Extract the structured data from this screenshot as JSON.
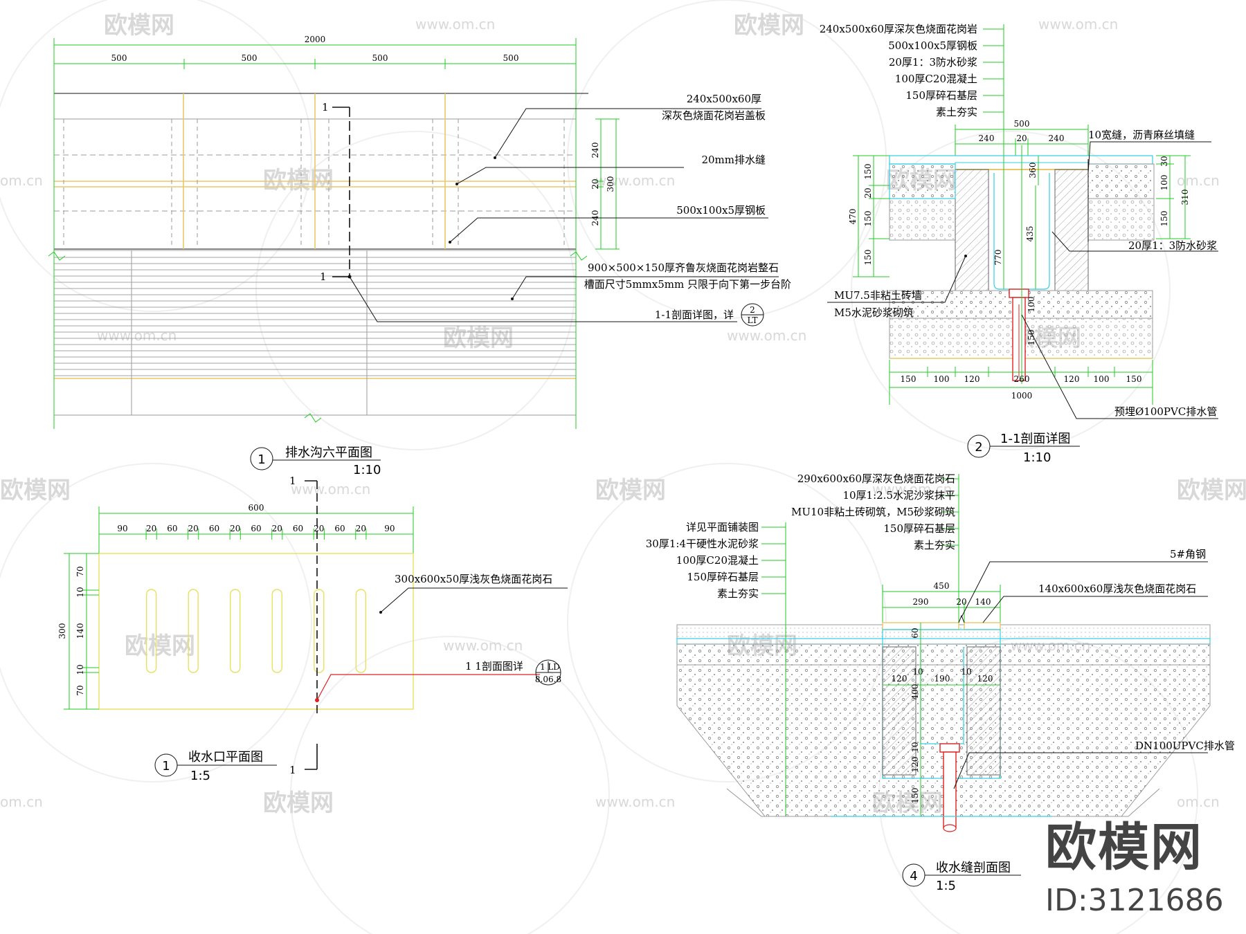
{
  "watermark": {
    "brand": "欧模网",
    "url": "www.om.cn",
    "url_short": "om.cn"
  },
  "brand_mark": {
    "name": "欧模网",
    "id": "ID:3121686"
  },
  "views": {
    "plan_trench": {
      "number": "1",
      "title": "排水沟六平面图",
      "scale": "1:10",
      "dims_top": {
        "total": "2000",
        "segments": [
          "500",
          "500",
          "500",
          "500"
        ]
      },
      "dims_right": [
        "240",
        "20",
        "240"
      ],
      "dim_right_total": "300",
      "callouts": [
        "240x500x60厚",
        "深灰色烧面花岗岩盖板",
        "20mm排水缝",
        "500x100x5厚钢板",
        "900×500×150厚齐鲁灰烧面花岗岩整石",
        "槽面尺寸5mmx5mm 只限于向下第一步台阶",
        "1-1剖面详图，详"
      ],
      "section_ref": {
        "top": "2",
        "bottom": "LT"
      },
      "cut_mark": "1"
    },
    "section_trench": {
      "number": "2",
      "title": "1-1剖面详图",
      "scale": "1:10",
      "layers": [
        "240x500x60厚深灰色烧面花岗岩",
        "500x100x5厚钢板",
        "20厚1：3防水砂浆",
        "100厚C20混凝土",
        "150厚碎石基层",
        "素土夯实"
      ],
      "dims_top_total": "500",
      "dims_top": [
        "240",
        "20",
        "240"
      ],
      "joint_note": "10宽缝，沥青麻丝填缝",
      "right_dims": [
        "30",
        "100",
        "150"
      ],
      "right_total": "310",
      "left_dims": [
        "150",
        "20",
        "150",
        "150"
      ],
      "left_total": "470",
      "inner_dims": [
        "360",
        "435",
        "770",
        "100",
        "150"
      ],
      "mortar_note": "20厚1：3防水砂浆",
      "wall_notes": [
        "MU7.5非粘土砖墙",
        "M5水泥砂浆砌筑"
      ],
      "bottom_dims": [
        "150",
        "100",
        "120",
        "260",
        "120",
        "100",
        "150"
      ],
      "bottom_total": "1000",
      "pipe_note": "预埋Ø100PVC排水管"
    },
    "plan_inlet": {
      "number": "1",
      "title": "收水口平面图",
      "scale": "1:5",
      "dim_top_total": "600",
      "dims_top": [
        "90",
        "20",
        "60",
        "20",
        "60",
        "20",
        "60",
        "20",
        "60",
        "20",
        "60",
        "20",
        "90"
      ],
      "dims_left": [
        "70",
        "10",
        "140",
        "10",
        "70"
      ],
      "dim_left_total": "300",
      "callout": "300x600x50厚浅灰色烧面花岗石",
      "section_note": "1 1剖面图详",
      "section_ref": {
        "top": "1",
        "right": "LD",
        "bottom": "8.06.8"
      },
      "cut_mark": "1"
    },
    "section_inlet": {
      "number": "4",
      "title": "收水缝剖面图",
      "scale": "1:5",
      "layers_center": [
        "290x600x60厚深灰色烧面花岗石",
        "10厚1:2.5水泥沙浆抹平",
        "MU10非粘土砖砌筑，M5砂浆砌筑",
        "150厚碎石基层",
        "素土夯实"
      ],
      "layers_left": [
        "详见平面铺装图",
        "30厚1:4干硬性水泥砂浆",
        "100厚C20混凝土",
        "150厚碎石基层",
        "素土夯实"
      ],
      "angle_note": "5#角钢",
      "stone_note": "140x600x60厚浅灰色烧面花岗石",
      "dims_top_total": "450",
      "dims_top": [
        "290",
        "20",
        "140"
      ],
      "dims_mid": [
        "120",
        "10",
        "190",
        "10",
        "120"
      ],
      "dims_vert": [
        "60",
        "400",
        "10",
        "120",
        "150"
      ],
      "pipe_note": "DN100UPVC排水管"
    }
  }
}
